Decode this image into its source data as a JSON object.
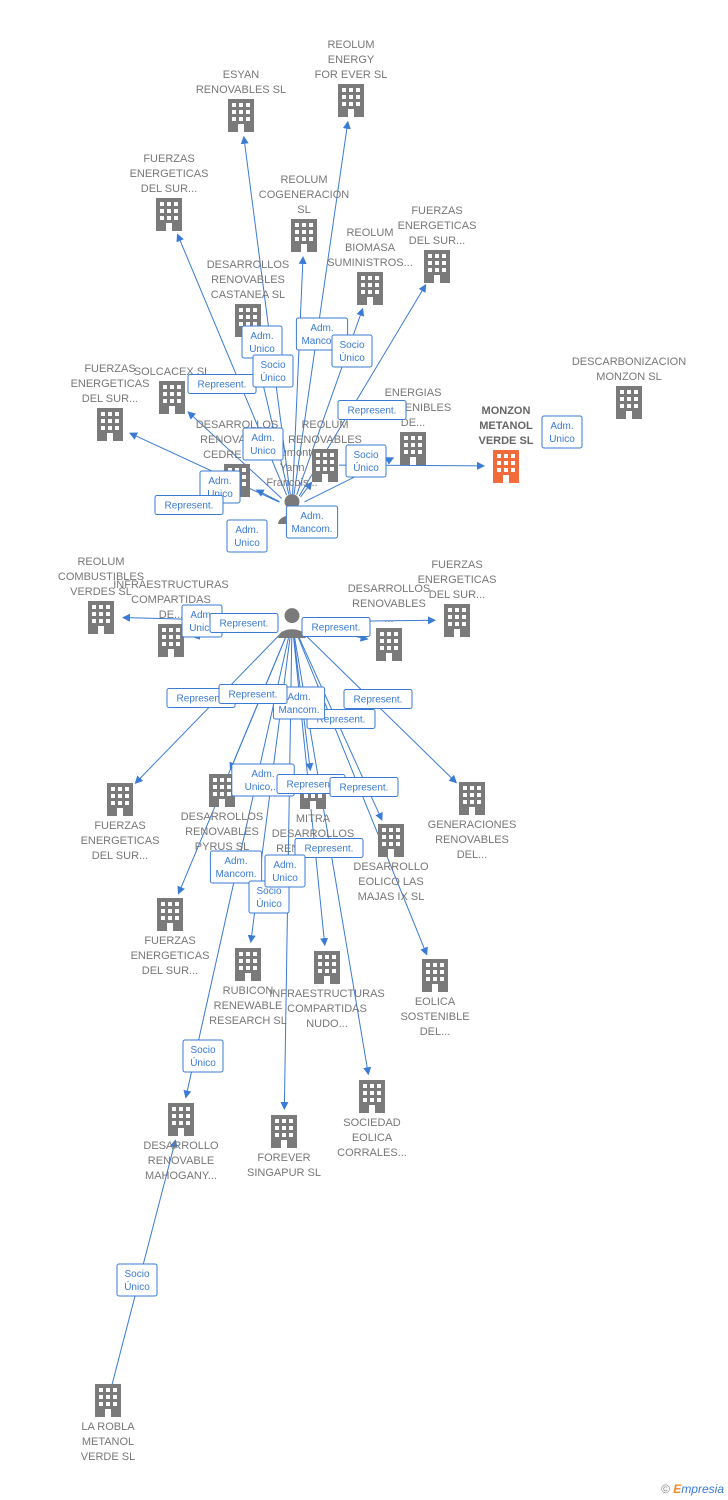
{
  "colors": {
    "company": "#7a7a7a",
    "focus": "#f26b3a",
    "person": "#7a7a7a",
    "edge": "#3a7bd5"
  },
  "nodes": [
    {
      "id": "esyan",
      "type": "company",
      "lines": [
        "ESYAN",
        "RENOVABLES SL"
      ]
    },
    {
      "id": "reolum_ff",
      "type": "company",
      "lines": [
        "REOLUM",
        "ENERGY",
        "FOR EVER SL"
      ]
    },
    {
      "id": "fes1",
      "type": "company",
      "lines": [
        "FUERZAS",
        "ENERGETICAS",
        "DEL SUR..."
      ]
    },
    {
      "id": "reolum_cog",
      "type": "company",
      "lines": [
        "REOLUM",
        "COGENERACION",
        "SL"
      ]
    },
    {
      "id": "reolum_bio",
      "type": "company",
      "lines": [
        "REOLUM",
        "BIOMASA",
        "SUMINISTROS..."
      ]
    },
    {
      "id": "fes2",
      "type": "company",
      "lines": [
        "FUERZAS",
        "ENERGETICAS",
        "DEL SUR..."
      ]
    },
    {
      "id": "castanea",
      "type": "company",
      "lines": [
        "DESARROLLOS",
        "RENOVABLES",
        "CASTANEA SL"
      ]
    },
    {
      "id": "descarb",
      "type": "company",
      "lines": [
        "DESCARBONIZACION",
        "MONZON SL"
      ]
    },
    {
      "id": "solcacex",
      "type": "company",
      "lines": [
        "SOLCACEX SL"
      ]
    },
    {
      "id": "fes3",
      "type": "company",
      "lines": [
        "FUERZAS",
        "ENERGETICAS",
        "DEL SUR..."
      ]
    },
    {
      "id": "monzon",
      "type": "focus",
      "lines": [
        "MONZON",
        "METANOL",
        "VERDE SL"
      ]
    },
    {
      "id": "energias",
      "type": "company",
      "lines": [
        "ENERGIAS",
        "SOSTENIBLES",
        "DE..."
      ]
    },
    {
      "id": "cedrela",
      "type": "company",
      "lines": [
        "DESARROLLOS",
        "RENOVABLES",
        "CEDRELA SL"
      ]
    },
    {
      "id": "reolum_mid",
      "type": "company",
      "lines": [
        "REOLUM",
        "RENOVABLES"
      ]
    },
    {
      "id": "dumont",
      "type": "person",
      "lines": [
        "Dumont",
        "Yann",
        "Francois..."
      ]
    },
    {
      "id": "reolum_comb",
      "type": "company",
      "lines": [
        "REOLUM",
        "COMBUSTIBLES",
        "VERDES SL"
      ]
    },
    {
      "id": "infra1",
      "type": "company",
      "lines": [
        "INFRAESTRUCTURAS",
        "COMPARTIDAS",
        "DE..."
      ]
    },
    {
      "id": "des_ren",
      "type": "company",
      "lines": [
        "DESARROLLOS",
        "RENOVABLES",
        "..."
      ]
    },
    {
      "id": "fes4",
      "type": "company",
      "lines": [
        "FUERZAS",
        "ENERGETICAS",
        "DEL SUR..."
      ]
    },
    {
      "id": "person2",
      "type": "person",
      "lines": []
    },
    {
      "id": "fes5",
      "type": "company",
      "lines": [
        "FUERZAS",
        "ENERGETICAS",
        "DEL SUR..."
      ]
    },
    {
      "id": "pyrus",
      "type": "company",
      "lines": [
        "DESARROLLOS",
        "RENOVABLES",
        "PYRUS SL"
      ]
    },
    {
      "id": "mitra",
      "type": "company",
      "lines": [
        "MITRA",
        "DESARROLLOS",
        "RENOVABLES"
      ]
    },
    {
      "id": "generaciones",
      "type": "company",
      "lines": [
        "GENERACIONES",
        "RENOVABLES",
        "DEL..."
      ]
    },
    {
      "id": "majas",
      "type": "company",
      "lines": [
        "DESARROLLO",
        "EOLICO LAS",
        "MAJAS IX SL"
      ]
    },
    {
      "id": "fes6",
      "type": "company",
      "lines": [
        "FUERZAS",
        "ENERGETICAS",
        "DEL SUR..."
      ]
    },
    {
      "id": "rubicon",
      "type": "company",
      "lines": [
        "RUBICON",
        "RENEWABLE",
        "RESEARCH SL"
      ]
    },
    {
      "id": "infra2",
      "type": "company",
      "lines": [
        "INFRAESTRUCTURAS",
        "COMPARTIDAS",
        "NUDO..."
      ]
    },
    {
      "id": "eolica",
      "type": "company",
      "lines": [
        "EOLICA",
        "SOSTENIBLE",
        "DEL..."
      ]
    },
    {
      "id": "mahogany",
      "type": "company",
      "lines": [
        "DESARROLLO",
        "RENOVABLE",
        "MAHOGANY..."
      ]
    },
    {
      "id": "forever",
      "type": "company",
      "lines": [
        "FOREVER",
        "SINGAPUR SL"
      ]
    },
    {
      "id": "corrales",
      "type": "company",
      "lines": [
        "SOCIEDAD",
        "EOLICA",
        "CORRALES..."
      ]
    },
    {
      "id": "laroble",
      "type": "company",
      "lines": [
        "LA ROBLA",
        "METANOL",
        "VERDE SL"
      ]
    }
  ],
  "edges": [
    {
      "from": "dumont",
      "to": "esyan",
      "label": [
        "Adm.",
        "Unico"
      ]
    },
    {
      "from": "dumont",
      "to": "reolum_ff",
      "label": [
        "Adm.",
        "Mancom."
      ]
    },
    {
      "from": "dumont",
      "to": "fes1",
      "label": [
        "Represent."
      ]
    },
    {
      "from": "dumont",
      "to": "reolum_cog",
      "label": [
        "Socio",
        "Único"
      ]
    },
    {
      "from": "dumont",
      "to": "reolum_bio",
      "label": [
        "Socio",
        "Único"
      ]
    },
    {
      "from": "dumont",
      "to": "fes2",
      "label": [
        "Represent."
      ]
    },
    {
      "from": "dumont",
      "to": "castanea",
      "label": [
        "Adm.",
        "Unico"
      ]
    },
    {
      "from": "dumont",
      "to": "solcacex",
      "label": [
        "Adm.",
        "Unico"
      ]
    },
    {
      "from": "dumont",
      "to": "fes3",
      "label": [
        "Represent."
      ]
    },
    {
      "from": "reolum_mid",
      "to": "monzon",
      "label": [
        "Adm.",
        "Unico"
      ]
    },
    {
      "from": "dumont",
      "to": "energias",
      "label": [
        "Socio",
        "Único"
      ]
    },
    {
      "from": "dumont",
      "to": "cedrela",
      "label": [
        "Adm.",
        "Unico"
      ]
    },
    {
      "from": "dumont",
      "to": "reolum_mid",
      "label": [
        "Adm.",
        "Mancom."
      ]
    },
    {
      "from": "person2",
      "to": "reolum_comb",
      "label": [
        "Adm.",
        "Unico"
      ]
    },
    {
      "from": "person2",
      "to": "infra1",
      "label": [
        "Represent."
      ]
    },
    {
      "from": "person2",
      "to": "des_ren",
      "label": [
        "Represent."
      ]
    },
    {
      "from": "person2",
      "to": "fes4",
      "label": [
        "Represent."
      ]
    },
    {
      "from": "person2",
      "to": "fes5",
      "label": [
        "Represent."
      ]
    },
    {
      "from": "person2",
      "to": "pyrus",
      "label": [
        "Adm.",
        "Unico,..."
      ]
    },
    {
      "from": "person2",
      "to": "mitra",
      "label": [
        "Represent."
      ]
    },
    {
      "from": "person2",
      "to": "generaciones",
      "label": [
        "Represent."
      ]
    },
    {
      "from": "person2",
      "to": "majas",
      "label": [
        "Represent."
      ]
    },
    {
      "from": "person2",
      "to": "fes6",
      "label": [
        "Adm.",
        "Mancom."
      ]
    },
    {
      "from": "person2",
      "to": "rubicon",
      "label": [
        "Socio",
        "Único"
      ]
    },
    {
      "from": "person2",
      "to": "infra2",
      "label": [
        "Adm.",
        "Unico"
      ]
    },
    {
      "from": "person2",
      "to": "eolica",
      "label": [
        "Represent."
      ]
    },
    {
      "from": "person2",
      "to": "mahogany",
      "label": [
        "Socio",
        "Único"
      ]
    },
    {
      "from": "person2",
      "to": "forever",
      "label": [
        "Adm.",
        "Mancom."
      ]
    },
    {
      "from": "person2",
      "to": "corrales",
      "label": [
        "Represent."
      ]
    },
    {
      "from": "laroble",
      "to": "mahogany",
      "label": [
        "Socio",
        "Único"
      ]
    }
  ],
  "footer": {
    "copyright": "©",
    "brand_e": "E",
    "brand_rest": "mpresia"
  }
}
